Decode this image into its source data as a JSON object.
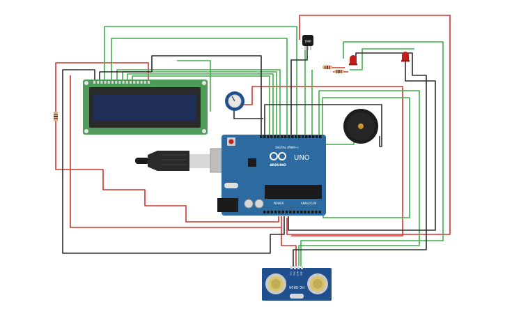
{
  "colors": {
    "background": "#ffffff",
    "wire_red": "#d0342c",
    "wire_green": "#3fae49",
    "wire_black": "#2b2b2b",
    "arduino_board": "#2d6aa0",
    "lcd_board": "#4f9b5a",
    "lcd_screen": "#1f2f57",
    "ultrasonic_board": "#1f4f8c",
    "led": "#c0201d",
    "buzzer": "#1d1d1d"
  },
  "arduino": {
    "brand": "UNO",
    "logo": "ARDUINO",
    "digital_label": "DIGITAL (PWM~)",
    "analog_label": "ANALOG IN",
    "power_label": "POWER"
  },
  "ultrasonic": {
    "model": "HC-SR04",
    "pins": [
      "VCC",
      "TRIG",
      "ECHO",
      "GND"
    ]
  },
  "temp_sensor": {
    "label": "TMP"
  }
}
